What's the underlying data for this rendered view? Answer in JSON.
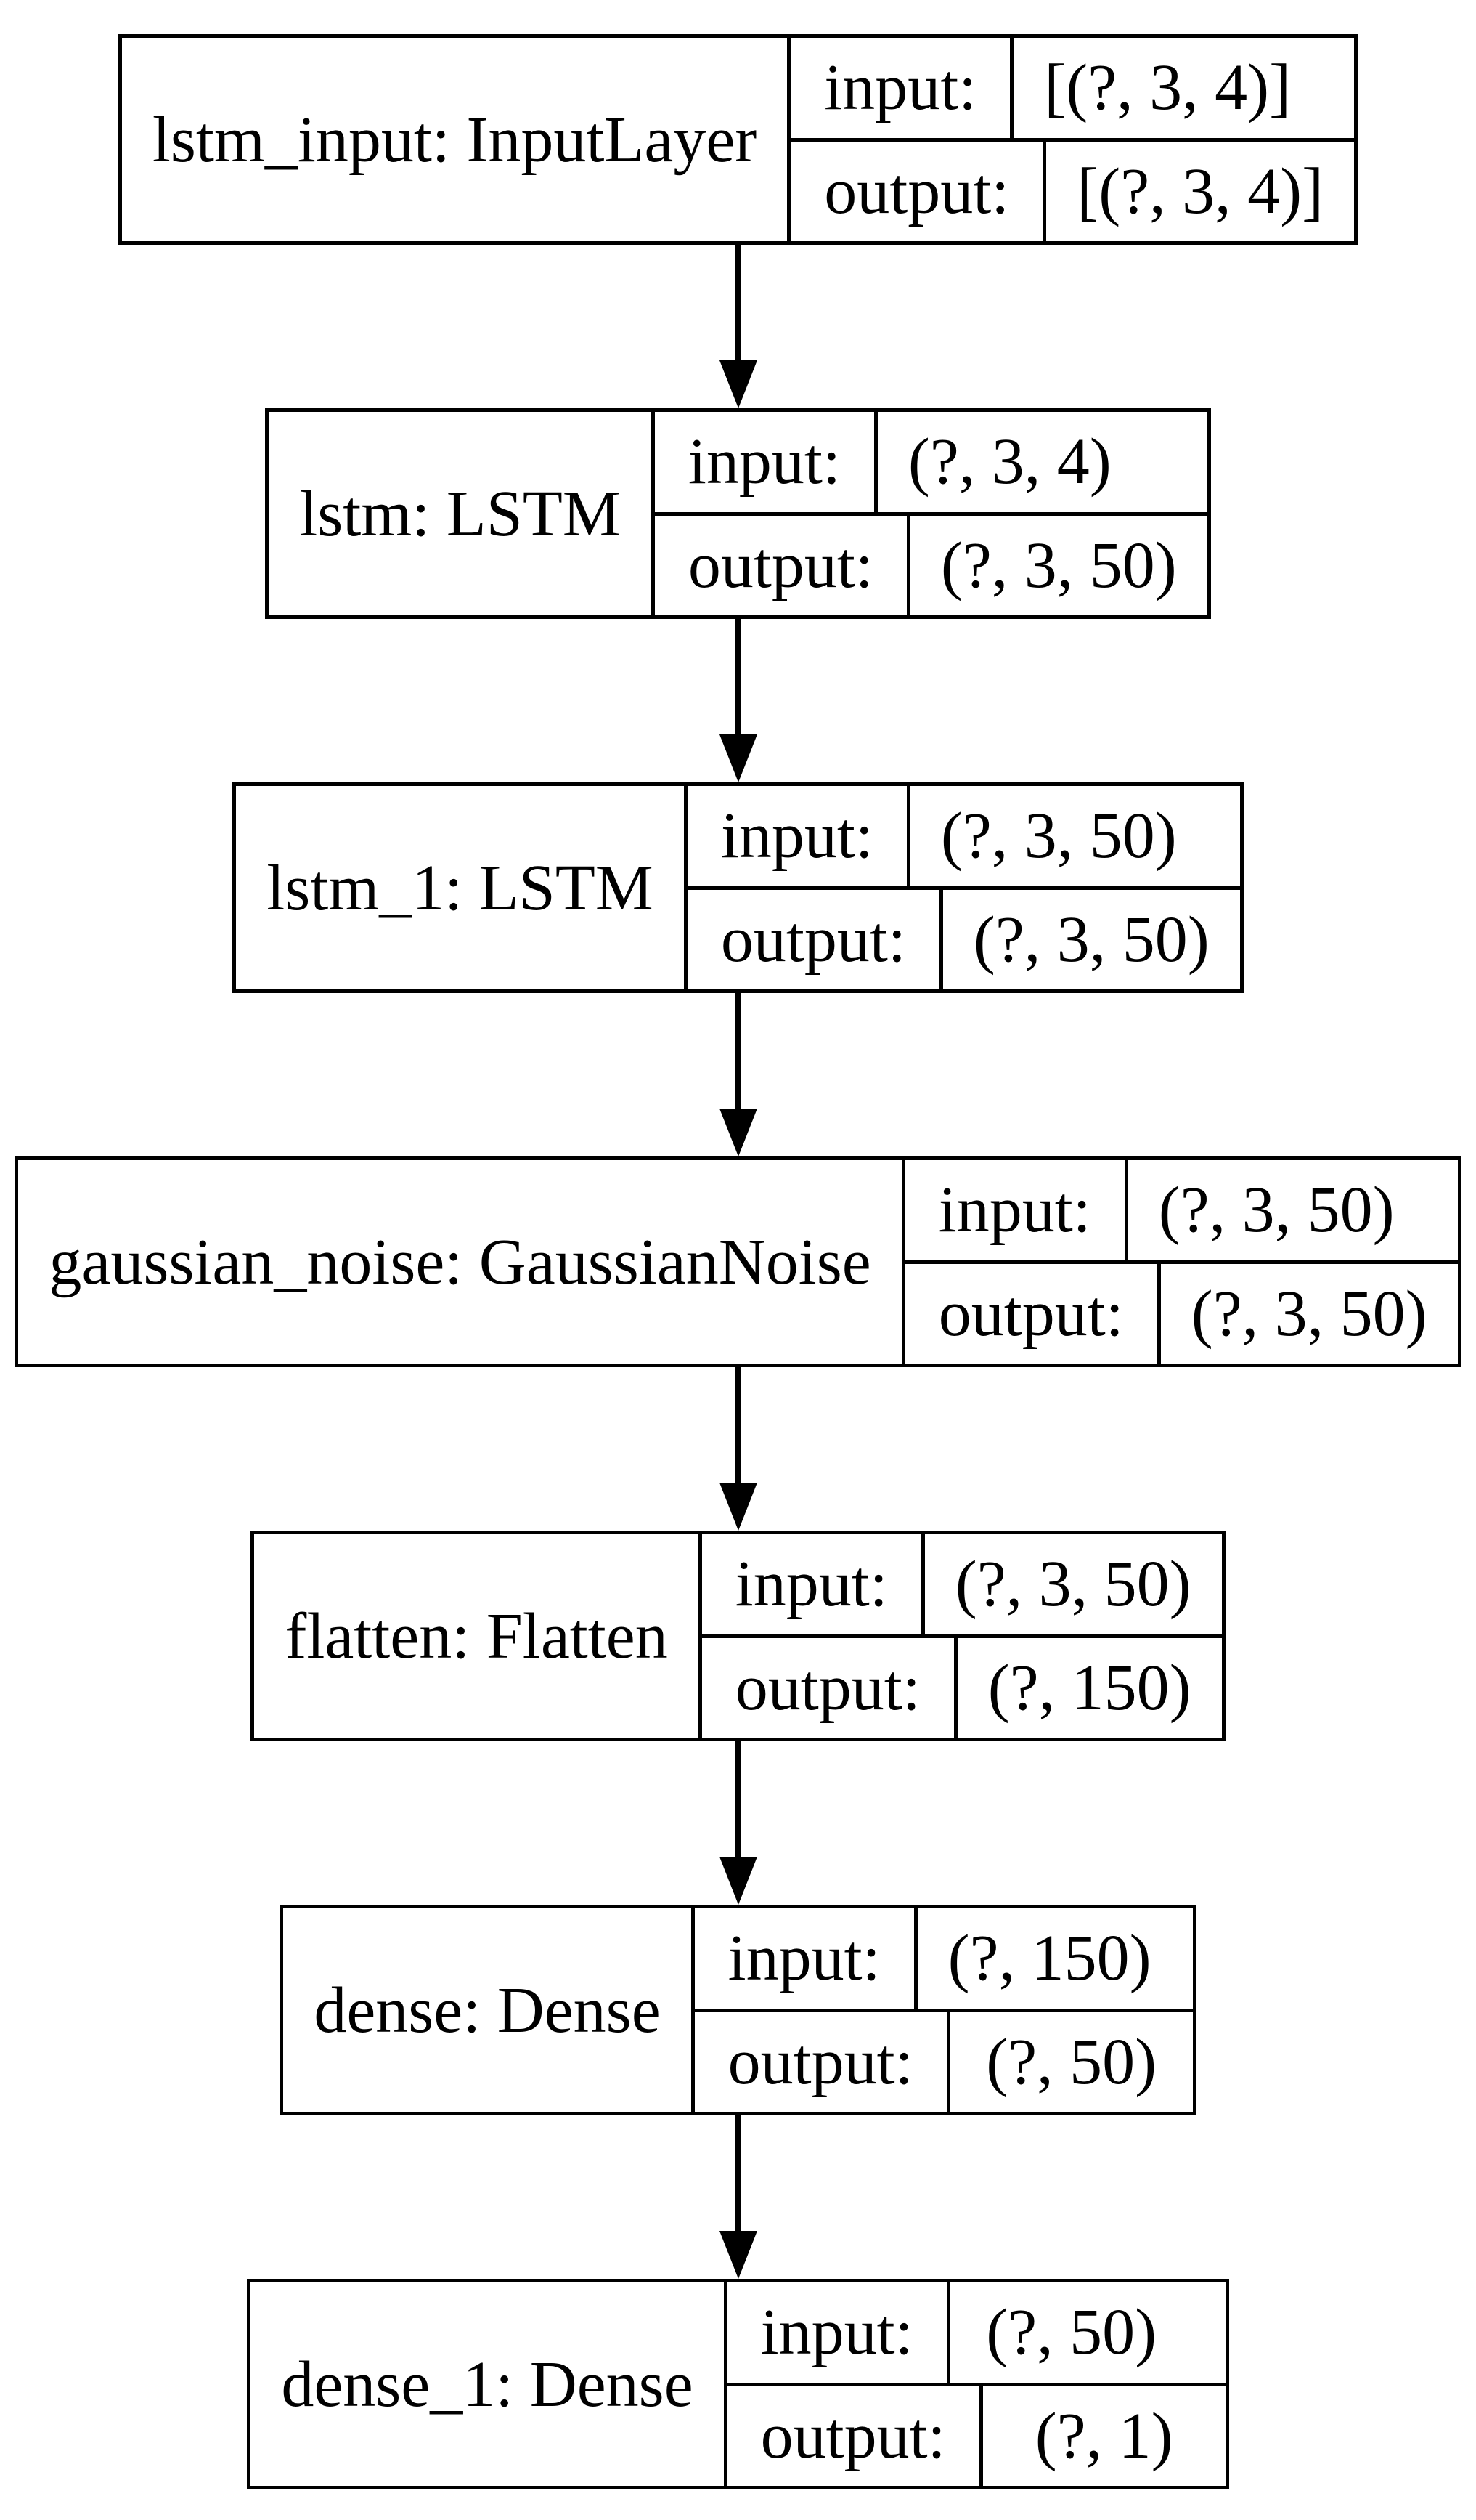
{
  "diagram": {
    "kind": "neural-network-layer-graph",
    "colors": {
      "background": "#ffffff",
      "border": "#000000",
      "text": "#000000",
      "arrow": "#000000"
    },
    "labels": {
      "input": "input:",
      "output": "output:"
    },
    "nodes": [
      {
        "name": "lstm_input: InputLayer",
        "input_shape": "[(?, 3, 4)]",
        "output_shape": "[(?, 3, 4)]"
      },
      {
        "name": "lstm: LSTM",
        "input_shape": "(?, 3, 4)",
        "output_shape": "(?, 3, 50)"
      },
      {
        "name": "lstm_1: LSTM",
        "input_shape": "(?, 3, 50)",
        "output_shape": "(?, 3, 50)"
      },
      {
        "name": "gaussian_noise: GaussianNoise",
        "input_shape": "(?, 3, 50)",
        "output_shape": "(?, 3, 50)"
      },
      {
        "name": "flatten: Flatten",
        "input_shape": "(?, 3, 50)",
        "output_shape": "(?, 150)"
      },
      {
        "name": "dense: Dense",
        "input_shape": "(?, 150)",
        "output_shape": "(?, 50)"
      },
      {
        "name": "dense_1: Dense",
        "input_shape": "(?, 50)",
        "output_shape": "(?, 1)"
      }
    ],
    "edges": [
      {
        "from": "lstm_input: InputLayer",
        "to": "lstm: LSTM"
      },
      {
        "from": "lstm: LSTM",
        "to": "lstm_1: LSTM"
      },
      {
        "from": "lstm_1: LSTM",
        "to": "gaussian_noise: GaussianNoise"
      },
      {
        "from": "gaussian_noise: GaussianNoise",
        "to": "flatten: Flatten"
      },
      {
        "from": "flatten: Flatten",
        "to": "dense: Dense"
      },
      {
        "from": "dense: Dense",
        "to": "dense_1: Dense"
      }
    ]
  }
}
